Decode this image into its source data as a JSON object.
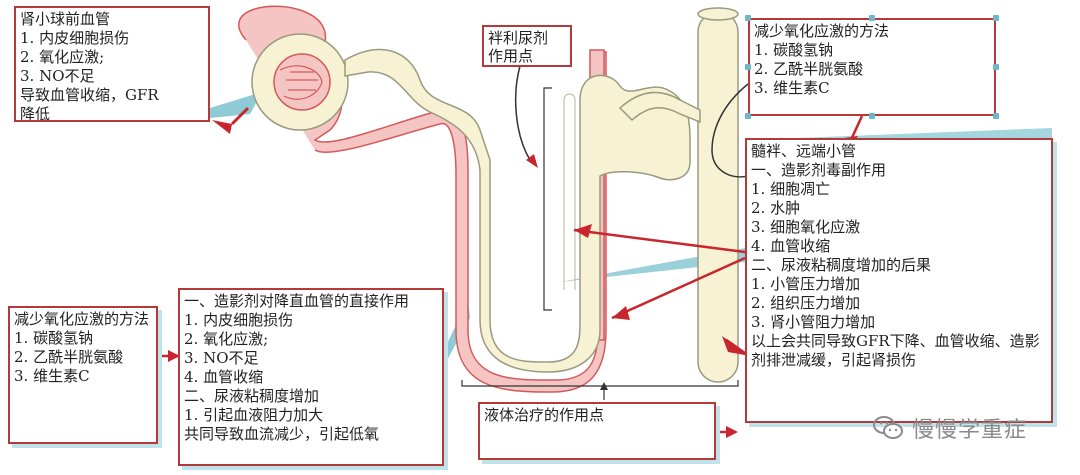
{
  "box_top_left": {
    "title": "肾小球前血管",
    "lines": [
      "1. 内皮细胞损伤",
      "2. 氧化应激;",
      "3. NO不足",
      "导致血管收缩，GFR",
      "降低"
    ]
  },
  "box_diuretic": {
    "lines": [
      "袢利尿剂",
      "作用点"
    ]
  },
  "box_top_right": {
    "title": "减少氧化应激的方法",
    "lines": [
      "1. 碳酸氢钠",
      "2. 乙酰半胱氨酸",
      "3. 维生素C"
    ]
  },
  "box_right": {
    "title": "髓袢、远端小管",
    "lines": [
      "一、造影剂毒副作用",
      "1. 细胞凋亡",
      "2. 水肿",
      "3. 细胞氧化应激",
      "4. 血管收缩",
      "二、尿液粘稠度增加的后果",
      "1. 小管压力增加",
      "2. 组织压力增加",
      "3. 肾小管阻力增加",
      "以上会共同导致GFR下降、血管收缩、造影剂排泄减缓，引起肾损伤"
    ]
  },
  "box_bottom_left": {
    "title": "减少氧化应激的方法",
    "lines": [
      "1. 碳酸氢钠",
      "2. 乙酰半胱氨酸",
      "3. 维生素C"
    ]
  },
  "box_center": {
    "title": "一、造影剂对降直血管的直接作用",
    "lines": [
      "1. 内皮细胞损伤",
      "2. 氧化应激;",
      "3. NO不足",
      "4. 血管收缩",
      "二、尿液粘稠度增加",
      "1. 引起血液阻力加大",
      "共同导致血流减少，引起低氧"
    ]
  },
  "box_fluid": {
    "lines": [
      "液体治疗的作用点"
    ]
  },
  "watermark": {
    "text": "慢慢学重症",
    "icon": "wechat-icon"
  },
  "colors": {
    "box_border": "#b33a3a",
    "tubule_fill": "#f7f2d4",
    "tubule_outline": "#9a9a80",
    "vessel_fill": "#f4c5c3",
    "vessel_outline": "#d45a5a",
    "callout_blue": "#8ecbd6",
    "arrow_red": "#c8262c"
  }
}
